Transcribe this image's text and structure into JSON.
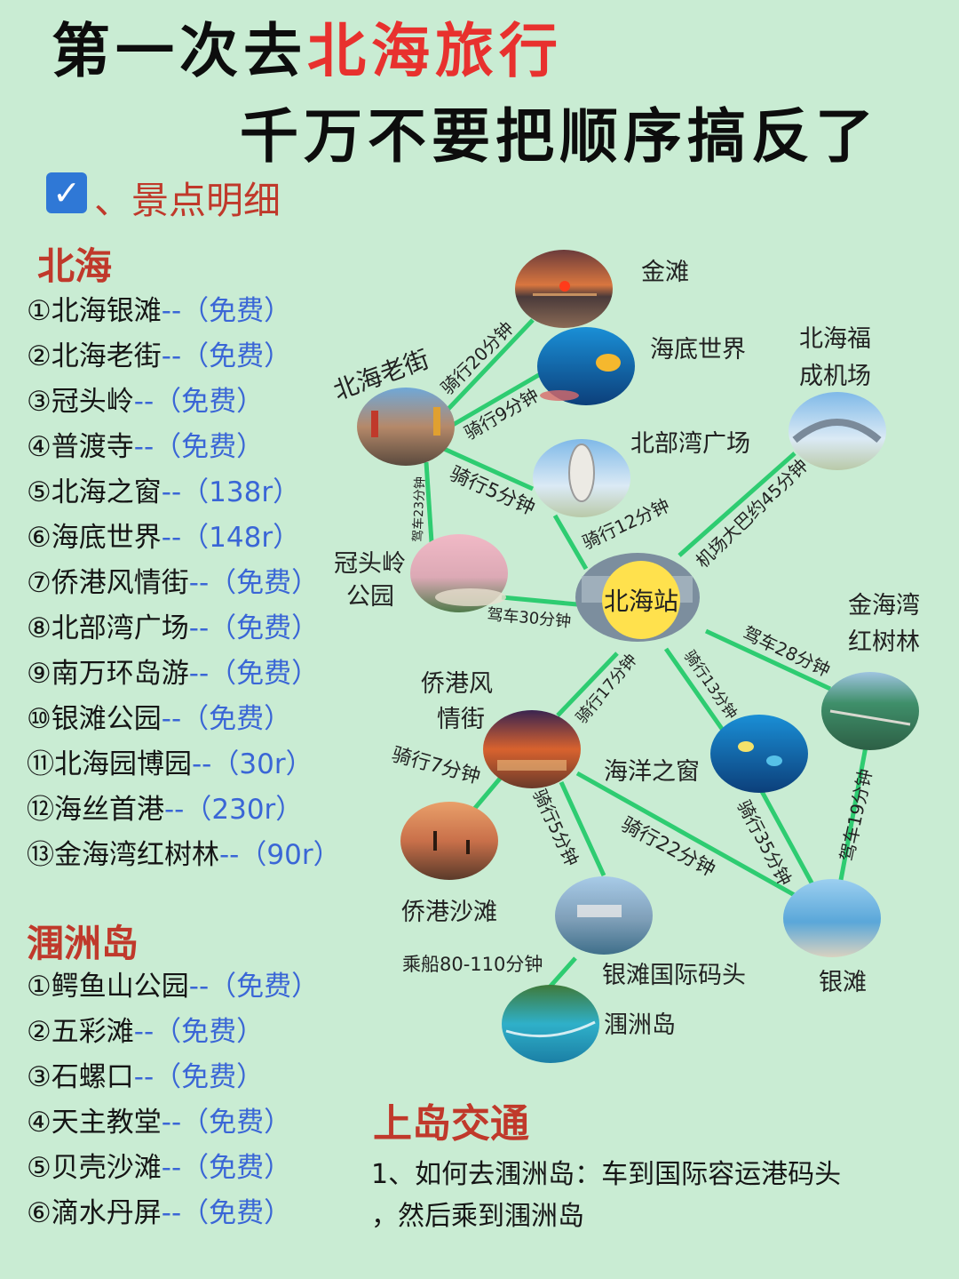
{
  "header": {
    "title_prefix": "第一次去",
    "title_highlight": "北海旅行",
    "subtitle": "千万不要把顺序搞反了",
    "section_label": "、景点明细"
  },
  "colors": {
    "background": "#c9ecd3",
    "accent_red": "#e8312e",
    "price_blue": "#3a66d6",
    "route_green": "#2ecc71",
    "hub_yellow": "#ffe14d"
  },
  "beihai": {
    "heading": "北海",
    "items": [
      {
        "name": "①北海银滩",
        "price": "--（免费）"
      },
      {
        "name": "②北海老街",
        "price": "--（免费）"
      },
      {
        "name": "③冠头岭",
        "price": "--（免费）"
      },
      {
        "name": "④普渡寺",
        "price": "--（免费）"
      },
      {
        "name": "⑤北海之窗",
        "price": "--（138r）"
      },
      {
        "name": "⑥海底世界",
        "price": "--（148r）"
      },
      {
        "name": "⑦侨港风情街",
        "price": "--（免费）"
      },
      {
        "name": "⑧北部湾广场",
        "price": "--（免费）"
      },
      {
        "name": "⑨南万环岛游",
        "price": "--（免费）"
      },
      {
        "name": "⑩银滩公园",
        "price": "--（免费）"
      },
      {
        "name": "⑪北海园博园",
        "price": "--（30r）"
      },
      {
        "name": "⑫海丝首港",
        "price": "--（230r）"
      },
      {
        "name": "⑬金海湾红树林",
        "price": "--（90r）"
      }
    ]
  },
  "weizhou": {
    "heading": "涠洲岛",
    "items": [
      {
        "name": "①鳄鱼山公园",
        "price": "--（免费）"
      },
      {
        "name": "②五彩滩",
        "price": "--（免费）"
      },
      {
        "name": "③石螺口",
        "price": "--（免费）"
      },
      {
        "name": "④天主教堂",
        "price": "--（免费）"
      },
      {
        "name": "⑤贝壳沙滩",
        "price": "--（免费）"
      },
      {
        "name": "⑥滴水丹屏",
        "price": "--（免费）"
      }
    ]
  },
  "map": {
    "hub": "北海站",
    "nodes": {
      "jintan": "金滩",
      "haidi": "海底世界",
      "airport_1": "北海福",
      "airport_2": "成机场",
      "laojie": "北海老街",
      "beibuwan": "北部湾广场",
      "guantouling_1": "冠头岭",
      "guantouling_2": "公园",
      "jinhaiwan_1": "金海湾",
      "jinhaiwan_2": "红树林",
      "qiaogang_1": "侨港风",
      "qiaogang_2": "情街",
      "haiyang": "海洋之窗",
      "qiaogang_beach": "侨港沙滩",
      "pier": "银滩国际码头",
      "yintan": "银滩",
      "weizhou": "涠洲岛"
    },
    "routes": {
      "laojie_jintan": "骑行20分钟",
      "laojie_haidi": "骑行9分钟",
      "laojie_beibuwan": "骑行5分钟",
      "laojie_guantouling": "驾车23分钟",
      "beibuwan_hub": "骑行12分钟",
      "hub_airport": "机场大巴约45分钟",
      "guantouling_hub": "驾车30分钟",
      "hub_jinhaiwan": "驾车28分钟",
      "hub_qiaogang": "骑行17分钟",
      "hub_haiyang": "骑行13分钟",
      "jinhaiwan_yintan": "驾车19分钟",
      "qiaogang_beach": "骑行7分钟",
      "qiaogang_pier": "骑行5分钟",
      "qiaogang_yintan": "骑行22分钟",
      "haiyang_yintan": "骑行35分钟",
      "pier_weizhou": "乘船80-110分钟"
    }
  },
  "transport": {
    "heading": "上岛交通",
    "line1": "1、如何去涠洲岛：车到国际容运港码头",
    "line2": "，然后乘到涠洲岛"
  }
}
